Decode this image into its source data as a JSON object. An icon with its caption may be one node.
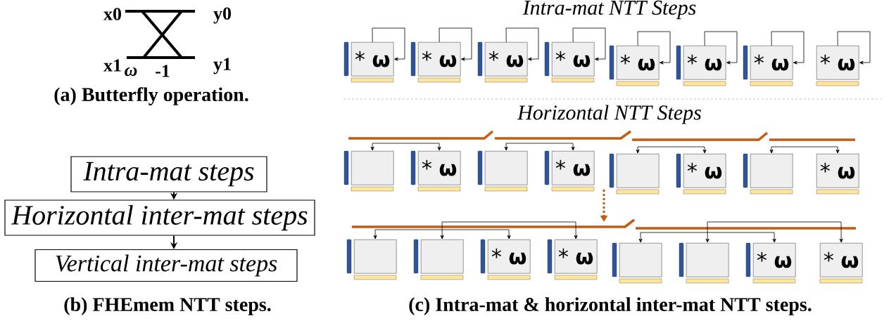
{
  "diagram": {
    "nodes": [
      {
        "text": [
          "Intra-mat steps"
        ]
      },
      {
        "text": [
          "Horizontal inter-mat steps"
        ]
      },
      {
        "text": [
          "Vertical inter-mat steps"
        ]
      },
      {
        "text": [
          "* **ω**"
        ]
      },
      {
        "text": [
          "* **ω**"
        ]
      },
      {
        "text": [
          "* **ω**"
        ]
      },
      {
        "text": [
          "* **ω**"
        ]
      },
      {
        "text": [
          "* **ω**"
        ]
      },
      {
        "text": [
          "* **ω**"
        ]
      },
      {
        "text": [
          "* **ω**"
        ]
      },
      {
        "text": [
          "* **ω**"
        ]
      },
      {
        "text": [],
        "shape": "box"
      },
      {
        "text": [
          "* **ω**"
        ]
      },
      {
        "text": [],
        "shape": "box"
      },
      {
        "text": [
          "* **ω**"
        ]
      },
      {
        "text": [],
        "shape": "box"
      },
      {
        "text": [
          "* **ω**"
        ]
      },
      {
        "text": [],
        "shape": "box"
      },
      {
        "text": [
          "* **ω**"
        ]
      },
      {
        "text": [],
        "shape": "box"
      },
      {
        "text": [],
        "shape": "box"
      },
      {
        "text": [
          "* **ω**"
        ]
      },
      {
        "text": [
          "* **ω**"
        ]
      },
      {
        "text": [],
        "shape": "box"
      },
      {
        "text": [],
        "shape": "box"
      },
      {
        "text": [
          "* **ω**"
        ]
      },
      {
        "text": [
          "* **ω**"
        ]
      }
    ],
    "edges": [
      {
        "from": 0,
        "to": 1,
        "arrow": "to"
      },
      {
        "from": 1,
        "to": 2,
        "arrow": "to"
      },
      {
        "from": 3,
        "to": 3,
        "arrow": "to"
      },
      {
        "from": 4,
        "to": 4,
        "arrow": "to"
      },
      {
        "from": 5,
        "to": 5,
        "arrow": "to"
      },
      {
        "from": 6,
        "to": 6,
        "arrow": "to"
      },
      {
        "from": 7,
        "to": 7,
        "arrow": "to"
      },
      {
        "from": 8,
        "to": 8,
        "arrow": "to"
      },
      {
        "from": 9,
        "to": 9,
        "arrow": "to"
      },
      {
        "from": 10,
        "to": 10,
        "arrow": "to"
      },
      {
        "from": 11,
        "to": 12,
        "arrow": "both"
      },
      {
        "from": 13,
        "to": 14,
        "arrow": "both"
      },
      {
        "from": 15,
        "to": 16,
        "arrow": "both"
      },
      {
        "from": 17,
        "to": 18,
        "arrow": "both"
      },
      {
        "from": 19,
        "to": 21,
        "arrow": "both"
      },
      {
        "from": 20,
        "to": 22,
        "arrow": "both"
      },
      {
        "from": 23,
        "to": 25,
        "arrow": "both"
      },
      {
        "from": 24,
        "to": 26,
        "arrow": "both"
      }
    ],
    "labels": [
      "x0",
      "y0",
      "x1",
      "ω",
      "-1",
      "y1",
      "(a) Butterfly operation.",
      "Intra-mat NTT Steps",
      "Horizontal NTT Steps",
      "(b) FHEmem NTT steps.",
      "(c) Intra-mat & horizontal inter-mat NTT steps."
    ]
  }
}
